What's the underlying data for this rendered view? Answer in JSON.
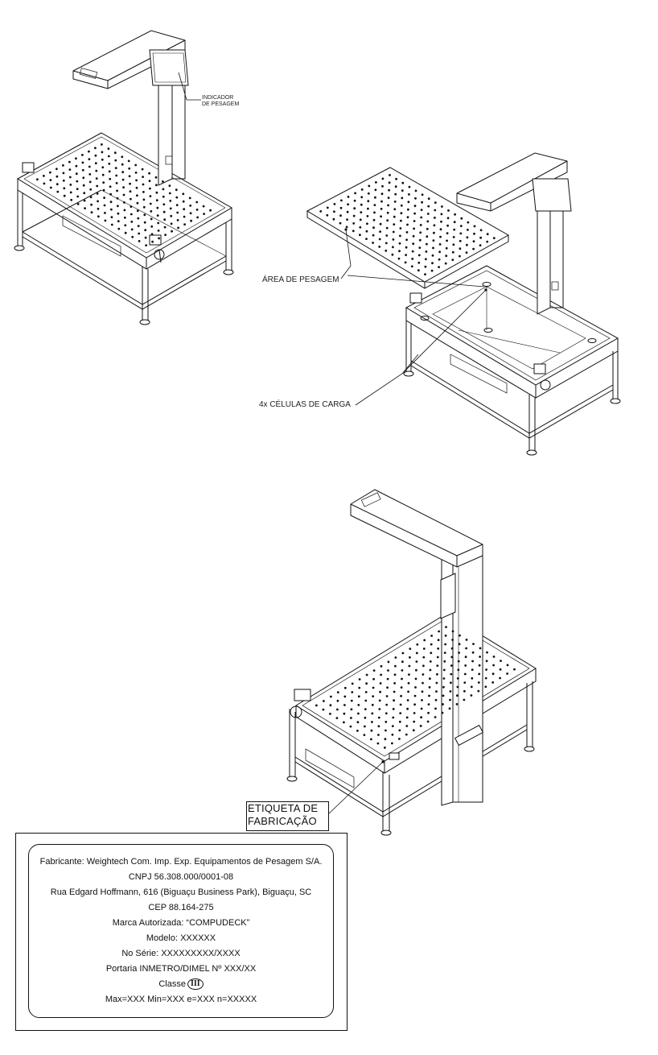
{
  "callouts": {
    "indicador": [
      "INDICADOR",
      "DE PESAGEM"
    ],
    "area": "ÁREA DE PESAGEM",
    "celulas": "4x CÉLULAS DE CARGA",
    "etiqueta": [
      "ETIQUETA DE",
      "FABRICAÇÃO"
    ]
  },
  "plate": {
    "fabricante": "Fabricante: Weightech Com. Imp. Exp. Equipamentos de Pesagem S/A.",
    "cnpj": "CNPJ 56.308.000/0001-08",
    "endereco": "Rua Edgard Hoffmann, 616 (Biguaçu Business Park), Biguaçu, SC",
    "cep": "CEP 88.164-275",
    "marca": "Marca Autorizada: “COMPUDECK”",
    "modelo": "Modelo: XXXXXX",
    "serie": "No Série: XXXXXXXXX/XXXX",
    "portaria": "Portaria INMETRO/DIMEL Nº XXX/XX",
    "classe_label": "Classe",
    "classe_value": "III",
    "capacidades": "Max=XXX Min=XXX e=XXX n=XXXXX"
  }
}
